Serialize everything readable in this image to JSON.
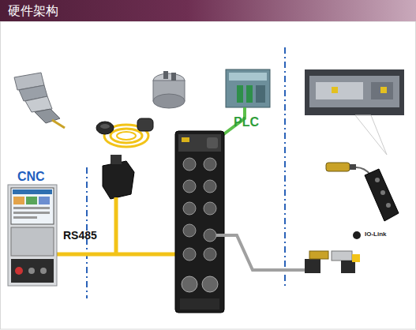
{
  "diagram": {
    "title": "硬件架构",
    "nodes": [
      {
        "text": [
          "CNC"
        ]
      },
      {
        "text": [
          "PLC"
        ]
      }
    ],
    "labels": [
      "RS485",
      "IO-Link"
    ]
  }
}
